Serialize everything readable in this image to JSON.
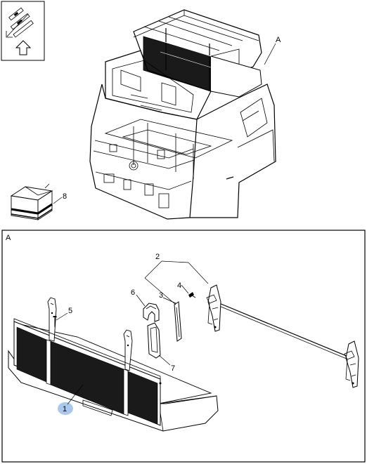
{
  "icons": {
    "orientation": "orientation-arrow-icon",
    "parts_box": "parts-box-icon"
  },
  "callouts": {
    "overview_A": "A",
    "item_8": "8",
    "detail_A": "A",
    "item_1": "1",
    "item_2": "2",
    "item_3": "3",
    "item_4": "4",
    "item_5": "5",
    "item_6": "6",
    "item_7": "7"
  },
  "colors": {
    "highlight": "#a9c8ec",
    "panel_fill": "#1a1a1a"
  }
}
